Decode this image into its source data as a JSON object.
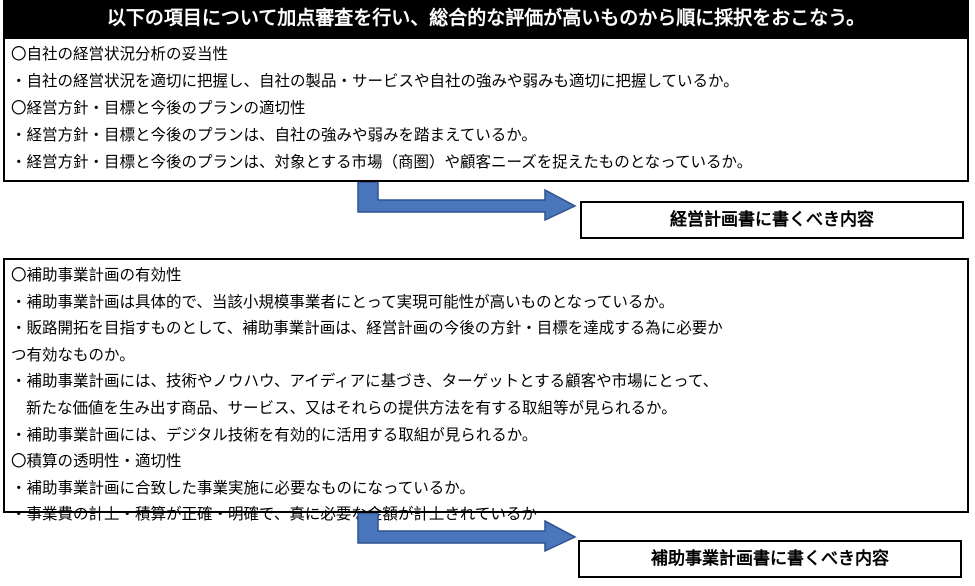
{
  "header": {
    "title": "以下の項目について加点審査を行い、総合的な評価が高いものから順に採択をおこなう。"
  },
  "section1": {
    "lines": [
      "〇自社の経営状況分析の妥当性",
      "・自社の経営状況を適切に把握し、自社の製品・サービスや自社の強みや弱みも適切に把握しているか。",
      "〇経営方針・目標と今後のプランの適切性",
      "・経営方針・目標と今後のプランは、自社の強みや弱みを踏まえているか。",
      "・経営方針・目標と今後のプランは、対象とする市場（商圏）や顧客ニーズを捉えたものとなっているか。"
    ],
    "label": "経営計画書に書くべき内容"
  },
  "section2": {
    "lines": [
      "〇補助事業計画の有効性",
      "・補助事業計画は具体的で、当該小規模事業者にとって実現可能性が高いものとなっているか。",
      "・販路開拓を目指すものとして、補助事業計画は、経営計画の今後の方針・目標を達成する為に必要か",
      "つ有効なものか。",
      "・補助事業計画には、技術やノウハウ、アイディアに基づき、ターゲットとする顧客や市場にとって、",
      "新たな価値を生み出す商品、サービス、又はそれらの提供方法を有する取組等が見られるか。",
      "・補助事業計画には、デジタル技術を有効的に活用する取組が見られるか。",
      "〇積算の透明性・適切性",
      "・補助事業計画に合致した事業実施に必要なものになっているか。",
      "・事業費の計上・積算が正確・明確で、真に必要な金額が計上されているか"
    ],
    "label": "補助事業計画書に書くべき内容"
  },
  "colors": {
    "arrow_fill": "#4a77bb",
    "arrow_stroke": "#2f528f",
    "header_bg": "#000000",
    "header_text": "#ffffff"
  }
}
